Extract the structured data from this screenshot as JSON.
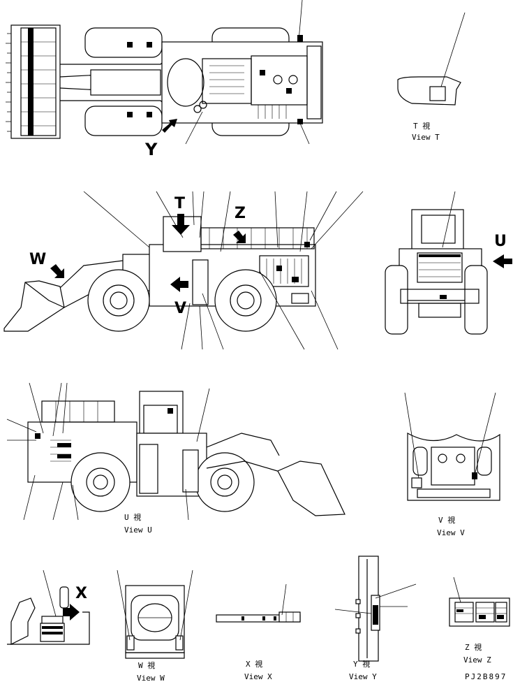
{
  "arrow_labels": {
    "y": "Y",
    "t": "T",
    "z": "Z",
    "w": "W",
    "v": "V",
    "u": "U",
    "x": "X"
  },
  "captions": {
    "view_t_jp": "T 視",
    "view_t_en": "View T",
    "view_u_jp": "U 視",
    "view_u_en": "View U",
    "view_v_jp": "V 視",
    "view_v_en": "View V",
    "view_w_jp": "W 視",
    "view_w_en": "View W",
    "view_x_jp": "X 視",
    "view_x_en": "View X",
    "view_y_jp": "Y 視",
    "view_y_en": "View Y",
    "view_z_jp": "Z 視",
    "view_z_en": "View Z"
  },
  "drawing_code": "PJ2B897"
}
